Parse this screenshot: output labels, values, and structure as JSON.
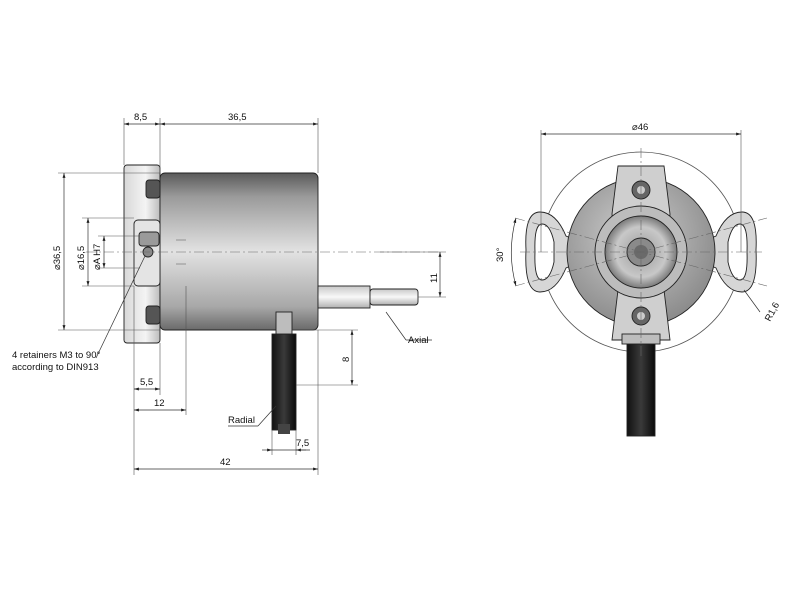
{
  "side_view": {
    "dims": {
      "flange_thickness": "8,5",
      "body_length": "36,5",
      "body_diameter": "⌀36,5",
      "hub_diameter": "⌀16,5",
      "bore_diameter": "⌀A H7",
      "shaft_offset": "11",
      "cable_offset": "8",
      "flange_to_cable": "5,5",
      "flange_to_hub": "12",
      "cable_width": "7,5",
      "overall_length": "42"
    },
    "labels": {
      "axial": "Axial",
      "radial": "Radial",
      "retainers_line1": "4 retainers M3 to 90°",
      "retainers_line2": "according to DIN913"
    }
  },
  "front_view": {
    "dims": {
      "outer_diameter": "⌀46",
      "angle": "30°",
      "radius": "R1,6"
    }
  },
  "colors": {
    "body_light": "#e8e8e8",
    "body_dark": "#7c7c7c",
    "flange": "#c8c8c8",
    "cable": "#1e1e1e",
    "line": "#222222"
  }
}
